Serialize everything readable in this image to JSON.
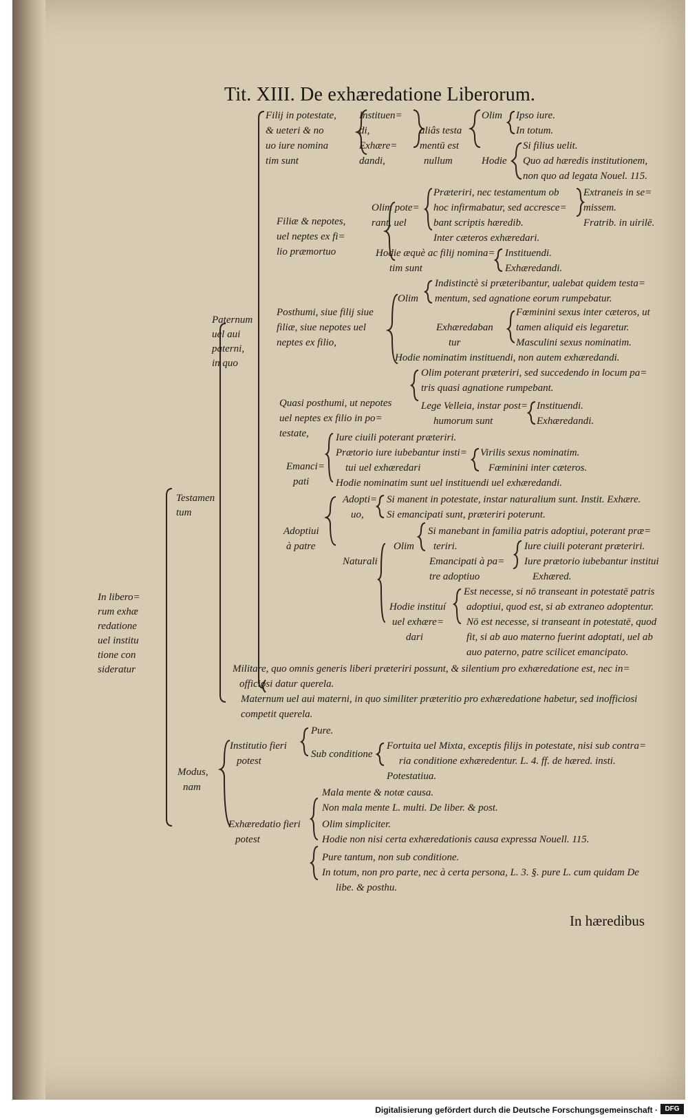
{
  "title": "Tit. XIII. De exhæredatione Liberorum.",
  "root": [
    "In libero=",
    "rum exhæ",
    "redatione",
    "uel institu",
    "tione con",
    "sideratur"
  ],
  "testamentum": [
    "Testamen",
    "tum"
  ],
  "paternum": [
    "Paternum",
    "uel aui",
    "paterni,",
    "in quo"
  ],
  "filii": [
    "Filij in potestate,",
    "& ueteri & no",
    "uo iure nomina",
    "tim sunt"
  ],
  "instituendi": [
    "Instituen=",
    "di,"
  ],
  "exhaeredandi": [
    "Exhære=",
    "dandi,"
  ],
  "alias_testa": "aliâs testa",
  "mentum_est": "mentū est",
  "nullum": "nullum",
  "olim_label": "Olim",
  "hodie_label": "Hodie",
  "ipso_iure": "Ipso iure.",
  "in_totum": "In totum.",
  "si_filius": "Si filius uelit.",
  "quo_ad": "Quo ad hæredis institutionem,",
  "non_quo": "non quo ad legata Nouel. 115.",
  "filiae": [
    "Filiæ & nepotes,",
    "uel neptes ex fi=",
    "lio præmortuo"
  ],
  "olim_pote": [
    "Olim pote=",
    "rant, uel"
  ],
  "praeteriri": [
    "Præteriri, nec testamentum ob",
    "hoc infirmabatur, sed accresce=",
    "bant scriptis hæredib."
  ],
  "extraneis": [
    "Extraneis in se=",
    "missem.",
    "Fratrib. in uirilē."
  ],
  "inter_ceteros": "Inter cæteros exhæredari.",
  "hodie_aeque": [
    "Hodie æquè ac filij nomina=",
    "tim sunt"
  ],
  "instituendi2": "Instituendi.",
  "exhaeredandi2": "Exhæredandi.",
  "posthumi": [
    "Posthumi, siue filij siue",
    "filiæ, siue nepotes uel",
    "neptes ex filio,"
  ],
  "olim2": "Olim",
  "indistincte": [
    "Indistinctè si præteribantur, ualebat quidem testa=",
    "mentum, sed agnatione eorum rumpebatur."
  ],
  "exhaeredabantur": [
    "Exhæredaban",
    "tur"
  ],
  "foeminini": [
    "Fœminini sexus inter cæteros, ut",
    "tamen aliquid eis legaretur."
  ],
  "masculini": "Masculini sexus nominatim.",
  "hodie_nominatim": "Hodie nominatim instituendi, non autem exhæredandi.",
  "quasi": [
    "Quasi posthumi, ut nepotes",
    "uel neptes ex filio in po=",
    "testate,"
  ],
  "olim_poterant": [
    "Olim poterant præteriri, sed succedendo in locum pa=",
    "tris quasi agnatione rumpebant."
  ],
  "lege_velleia": [
    "Lege Velleia, instar post=",
    "humorum sunt"
  ],
  "instituendi3": "Instituendi.",
  "exhaeredandi3": "Exhæredandi.",
  "emancipati": [
    "Emanci=",
    "pati"
  ],
  "iure_civili": "Iure ciuili poterant præteriri.",
  "praetorio": [
    "Prætorio iure iubebantur insti=",
    "tui uel exhæredari"
  ],
  "virilis": "Virilis sexus nominatim.",
  "foeminini2": "Fœminini inter cæteros.",
  "hodie_nominatim2": "Hodie nominatim sunt uel instituendi uel exhæredandi.",
  "adoptivi": [
    "Adoptiui",
    "à patre"
  ],
  "adoptivo": [
    "Adopti=",
    "uo,"
  ],
  "si_manent": "Si manent in potestate, instar naturalium sunt. Instit. Exhære.",
  "si_emancipati": "Si emancipati sunt, præteriri poterunt.",
  "naturali": "Naturali",
  "olim3": "Olim",
  "si_manebant": [
    "Si manebant in familia patris adoptiui, poterant præ=",
    "teriri."
  ],
  "emancipati_a": [
    "Emancipati à pa=",
    "tre adoptiuo"
  ],
  "iure_civili2": "Iure ciuili poterant præteriri.",
  "iure_praetorio": "Iure prætorio iubebantur institui",
  "exhaered": "Exhæred.",
  "hodie_instit": [
    "Hodie instituí",
    "uel exhære=",
    "dari"
  ],
  "est_necesse": [
    "Est necesse, si nō transeant in potestatē patris",
    "adoptiui, quod est, si ab extraneo adoptentur."
  ],
  "non_est": [
    "Nō est necesse, si transeant in potestatē, quod",
    "fit, si ab auo materno fuerint adoptati, uel ab",
    "auo paterno, patre scilicet emancipato."
  ],
  "militare": [
    "Militare, quo omnis generis liberi præteriri possunt, & silentium pro exhæredatione est, nec in=",
    "officiosi datur querela."
  ],
  "maternum": [
    "Maternum uel aui materni, in quo similiter præteritio pro exhæredatione habetur, sed inofficiosi",
    "competit querela."
  ],
  "modus": [
    "Modus,",
    "nam"
  ],
  "institutio": [
    "Institutio fieri",
    "potest"
  ],
  "pure": "Pure.",
  "sub_conditione": "Sub conditione",
  "fortuita": [
    "Fortuita uel Mixta, exceptis filijs in potestate, nisi sub contra=",
    "ria conditione exhæredentur. L. 4. ff. de hæred. insti."
  ],
  "potestativa": "Potestatiua.",
  "exhaeredatio": [
    "Exhæredatio fieri",
    "potest"
  ],
  "mala_mente": "Mala mente & notæ causa.",
  "non_mala": "Non mala mente L. multi. De liber. & post.",
  "olim_simpliciter": "Olim simpliciter.",
  "hodie_non_nisi": "Hodie non nisi certa exhæredationis causa expressa Nouell. 115.",
  "pure_tantum": "Pure tantum, non sub conditione.",
  "in_totum2": [
    "In totum, non pro parte, nec à certa persona, L. 3. §. pure L. cum quidam De",
    "libe. & posthu."
  ],
  "catchword": "In hæredibus",
  "footer": "Digitalisierung gefördert durch die Deutsche Forschungsgemeinschaft ·",
  "footer_logo": "DFG"
}
